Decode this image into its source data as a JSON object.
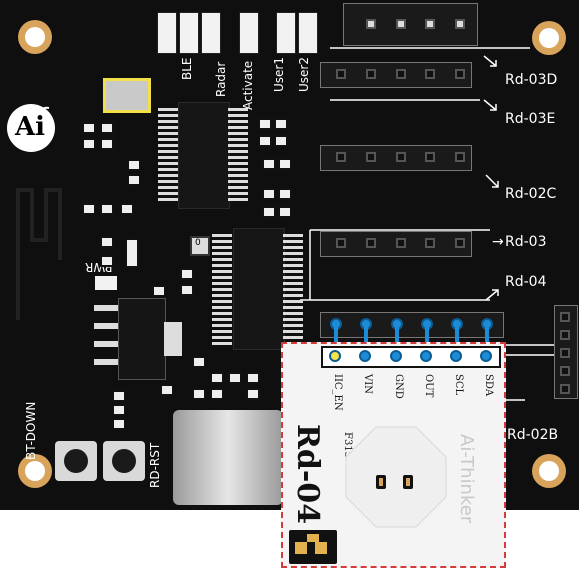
{
  "board": {
    "switches": [
      "BLE",
      "Radar",
      "Activate",
      "User1",
      "User2"
    ],
    "headers": [
      "Rd-03D",
      "Rd-03E",
      "Rd-02C",
      "Rd-03",
      "Rd-04",
      "Rd-02B"
    ],
    "arrow_left": "→",
    "pwr_label": "PWR",
    "bt_down": "BT-DOWN",
    "rd_rst": "RD-RST",
    "chip_mark": "0"
  },
  "logo": {
    "text": "Ai"
  },
  "module": {
    "name": "Rd-04",
    "chip": "F315",
    "brand": "Ai-Thinker",
    "pins": [
      "IIC_EN",
      "VIN",
      "GND",
      "OUT",
      "SCL",
      "SDA"
    ]
  },
  "colors": {
    "board": "#0f0f10",
    "accent": "#1e8bd6",
    "highlight": "#f1e047",
    "outline": "#d43b3b"
  }
}
